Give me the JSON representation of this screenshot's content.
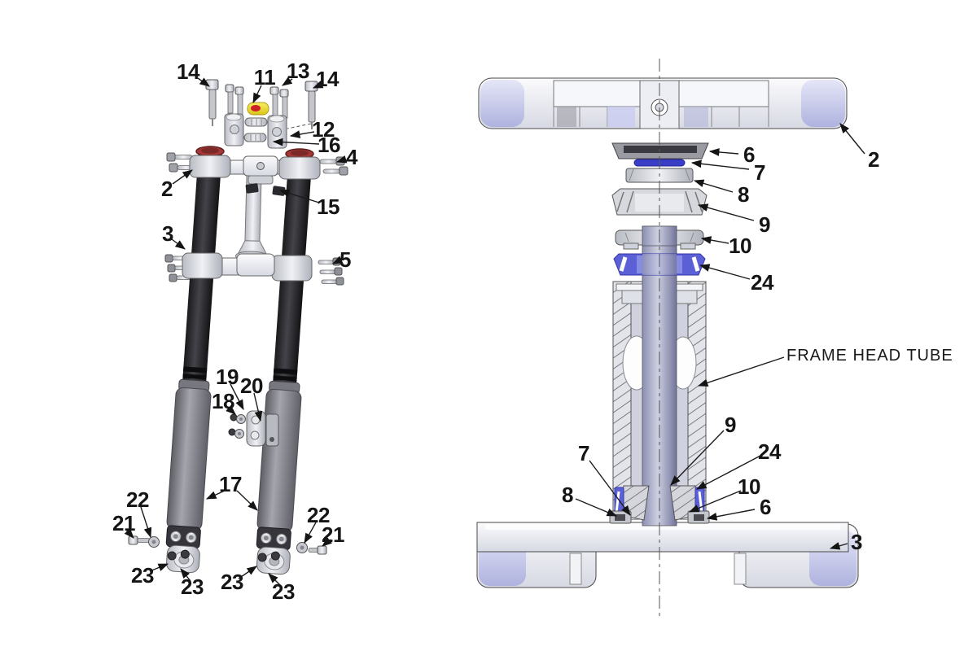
{
  "diagram": {
    "type": "exploded-parts-diagram",
    "subject": "Motorcycle front fork and steering head tube assembly"
  },
  "colors": {
    "highlight_yellow": "#f0e23c",
    "logo_red": "#cc2424",
    "fork_cap_red": "#a53836",
    "fork_cap_red_dark": "#7c2a28",
    "oring_blue": "#3a3ec6",
    "seal_blue": "#5b60d6",
    "line_black": "#161616"
  },
  "left_view": {
    "description": "Front fork exploded view",
    "callouts": [
      {
        "part": "handlebar-clamp-bolt-long-left",
        "label": "14"
      },
      {
        "part": "steering-stem-cap",
        "label": "11"
      },
      {
        "part": "handlebar-clamp-bolt",
        "label": "13"
      },
      {
        "part": "handlebar-clamp-bolt-long-right",
        "label": "14"
      },
      {
        "part": "handlebar-upper-clamp",
        "label": "12"
      },
      {
        "part": "handlebar-clamp-spacer",
        "label": "16"
      },
      {
        "part": "upper-clamp-pinch-bolts",
        "label": "4"
      },
      {
        "part": "upper-triple-clamp",
        "label": "2"
      },
      {
        "part": "stem-rubber-stop",
        "label": "15"
      },
      {
        "part": "lower-triple-clamp",
        "label": "3"
      },
      {
        "part": "lower-clamp-pinch-bolts",
        "label": "5"
      },
      {
        "part": "cable-guide-plate",
        "label": "19"
      },
      {
        "part": "cable-guide-bracket",
        "label": "20"
      },
      {
        "part": "cable-guide-bolts",
        "label": "18"
      },
      {
        "part": "fork-lower-leg",
        "label": "17"
      },
      {
        "part": "axle-washer-left",
        "label": "22"
      },
      {
        "part": "axle-bolt-left",
        "label": "21"
      },
      {
        "part": "axle-washer-right",
        "label": "22"
      },
      {
        "part": "axle-bolt-right",
        "label": "21"
      },
      {
        "part": "axle-pinch-bolt-left-outer",
        "label": "23"
      },
      {
        "part": "axle-pinch-bolt-left-inner",
        "label": "23"
      },
      {
        "part": "axle-pinch-bolt-right-outer",
        "label": "23"
      },
      {
        "part": "axle-pinch-bolt-right-inner",
        "label": "23"
      }
    ]
  },
  "right_view": {
    "description": "Steering stem and frame head tube cross-section",
    "annotation": "FRAME HEAD TUBE",
    "callouts": [
      {
        "part": "upper-triple-clamp-section",
        "label": "2"
      },
      {
        "part": "dust-seal-upper",
        "label": "6"
      },
      {
        "part": "o-ring-upper",
        "label": "7"
      },
      {
        "part": "bearing-race-upper",
        "label": "8"
      },
      {
        "part": "bearing-upper",
        "label": "9"
      },
      {
        "part": "bearing-cone-upper",
        "label": "10"
      },
      {
        "part": "bearing-seal-upper",
        "label": "24"
      },
      {
        "part": "bearing-lower",
        "label": "9"
      },
      {
        "part": "bearing-seal-lower",
        "label": "24"
      },
      {
        "part": "o-ring-lower",
        "label": "7"
      },
      {
        "part": "bearing-cone-lower",
        "label": "10"
      },
      {
        "part": "bearing-race-lower",
        "label": "8"
      },
      {
        "part": "dust-seal-lower",
        "label": "6"
      },
      {
        "part": "lower-triple-clamp-section",
        "label": "3"
      }
    ]
  }
}
